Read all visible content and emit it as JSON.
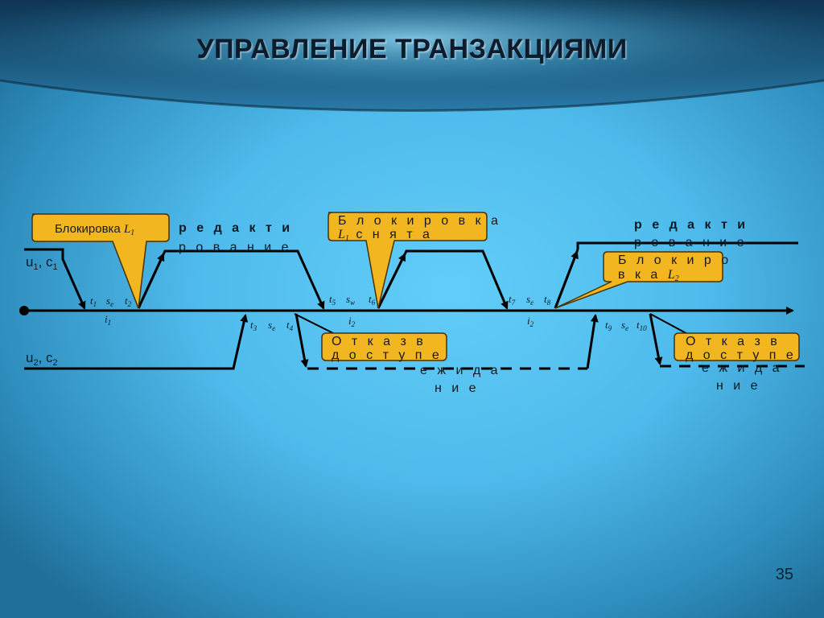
{
  "slide": {
    "title": "УПРАВЛЕНИЕ ТРАНЗАКЦИЯМИ",
    "page_number": "35"
  },
  "rows": [
    {
      "main": "u",
      "sub": "1",
      "sep": ", ",
      "main2": "c",
      "sub2": "1"
    },
    {
      "main": "u",
      "sub": "2",
      "sep": ", ",
      "main2": "c",
      "sub2": "2"
    }
  ],
  "callouts": {
    "lock_l1": {
      "text": "Блокировка ",
      "symbol": "L",
      "sub": "1"
    },
    "lock_l1_removed": {
      "line1": "Б л о к и р о в к а",
      "symbol": "L",
      "sub": "1",
      "line2": " с н я т а"
    },
    "lock_l2": {
      "line1": "Б л о к и р о",
      "line2": "в к а ",
      "symbol": "L",
      "sub": "2"
    },
    "deny_1": {
      "line1": "О т к а з  в",
      "line2": "д о с т у п е"
    },
    "deny_2": {
      "line1": "О т к а з  в",
      "line2": "д о с т у п е"
    }
  },
  "labels": {
    "edit_1": {
      "line1": "р е д а к т и",
      "line2": "р о в а н и е"
    },
    "edit_2": {
      "line1": "р е д а к т и",
      "line2": "р о в а н и е"
    },
    "wait_1": {
      "line1": "е ж и д а",
      "line2": "н и е"
    },
    "wait_2": {
      "line1": "е ж и д а",
      "line2": "н и е"
    }
  },
  "timeline": {
    "upper": [
      {
        "base": "t",
        "sub": "1"
      },
      {
        "base": "s",
        "sub": "e"
      },
      {
        "base": "t",
        "sub": "2"
      },
      {
        "base": "t",
        "sub": "5"
      },
      {
        "base": "s",
        "sub": "w"
      },
      {
        "base": "t",
        "sub": "6"
      },
      {
        "base": "t",
        "sub": "7"
      },
      {
        "base": "s",
        "sub": "e"
      },
      {
        "base": "t",
        "sub": "8"
      }
    ],
    "lower": [
      {
        "base": "i",
        "sub": "1"
      },
      {
        "base": "t",
        "sub": "3"
      },
      {
        "base": "s",
        "sub": "e"
      },
      {
        "base": "t",
        "sub": "4"
      },
      {
        "base": "i",
        "sub": "2"
      },
      {
        "base": "i",
        "sub": "2"
      },
      {
        "base": "t",
        "sub": "9"
      },
      {
        "base": "s",
        "sub": "e"
      },
      {
        "base": "t",
        "sub": "10"
      }
    ]
  },
  "colors": {
    "callout_fill": "#f1b620",
    "callout_stroke": "#4a3200",
    "line": "#000000",
    "header_dark": "#123f5e"
  }
}
